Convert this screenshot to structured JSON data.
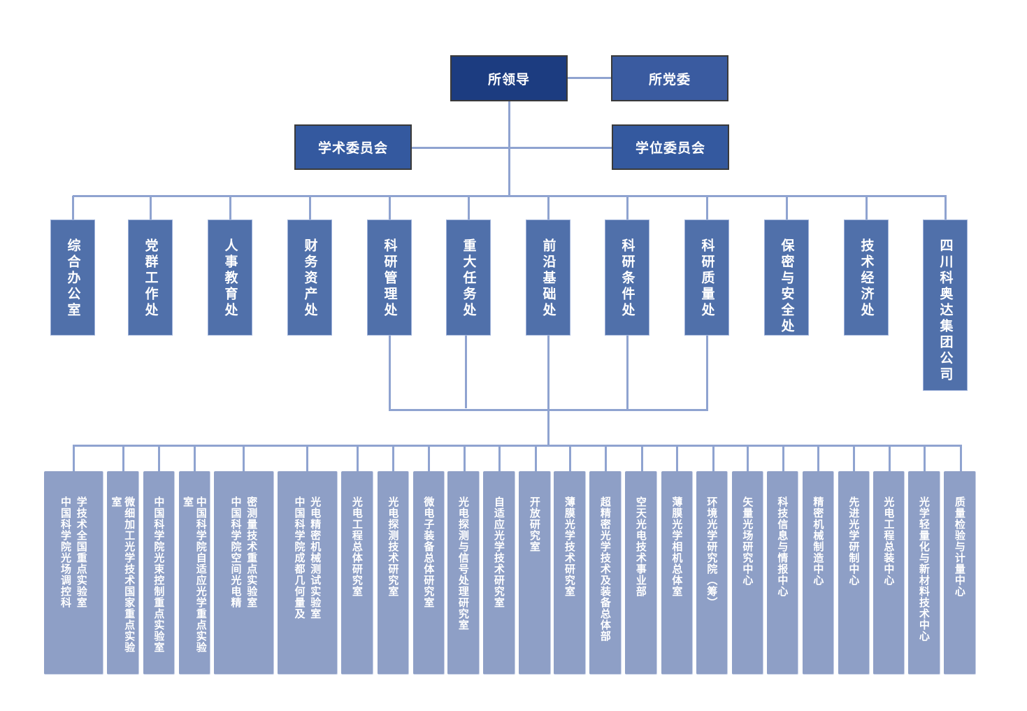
{
  "leadership": {
    "leader": "所领导",
    "party_committee": "所党委",
    "academic_committee": "学术委员会",
    "degree_committee": "学位委员会"
  },
  "departments": [
    "综合办公室",
    "党群工作处",
    "人事教育处",
    "财务资产处",
    "科研管理处",
    "重大任务处",
    "前沿基础处",
    "科研条件处",
    "科研质量处",
    "保密与安全处",
    "技术经济处",
    "四川科奥达集团公司"
  ],
  "research_units": [
    "中国科学院光场调控科学技术全国重点实验室",
    "微细加工光学技术国家重点实验室",
    "中国科学院光束控制重点实验室",
    "中国科学院自适应光学重点实验室",
    "中国科学院空间光电精密测量技术重点实验室",
    "中国科学院成都几何量及光电精密机械测试实验室",
    "光电工程总体研究室",
    "光电探测技术研究室",
    "微电子装备总体研究室",
    "光电探测与信号处理研究室",
    "自适应光学技术研究室",
    "开放研究室",
    "薄膜光学技术研究室",
    "超精密光学技术及装备总体部",
    "空天光电技术事业部",
    "薄膜光学相机总体室",
    "环境光学研究院（筹）",
    "矢量光场研究中心",
    "科技信息与情报中心",
    "精密机械制造中心",
    "先进光学研制中心",
    "光电工程总装中心",
    "光学轻量化与新材料技术中心",
    "质量检验与计量中心"
  ],
  "research_units_two_column": {
    "0": [
      "中国科学院光场调控科",
      "学技术全国重点实验室"
    ],
    "4": [
      "中国科学院空间光电精",
      "密测量技术重点实验室"
    ],
    "5": [
      "中国科学院成都几何量及",
      "光电精密机械测试实验室"
    ]
  },
  "colors": {
    "leader_box": "#1c3c80",
    "party_box": "#3a5ba0",
    "committee_box": "#34599f",
    "department_box": "#5070aa",
    "unit_box": "#8e9fc6",
    "connector": "#8fa3d0"
  }
}
